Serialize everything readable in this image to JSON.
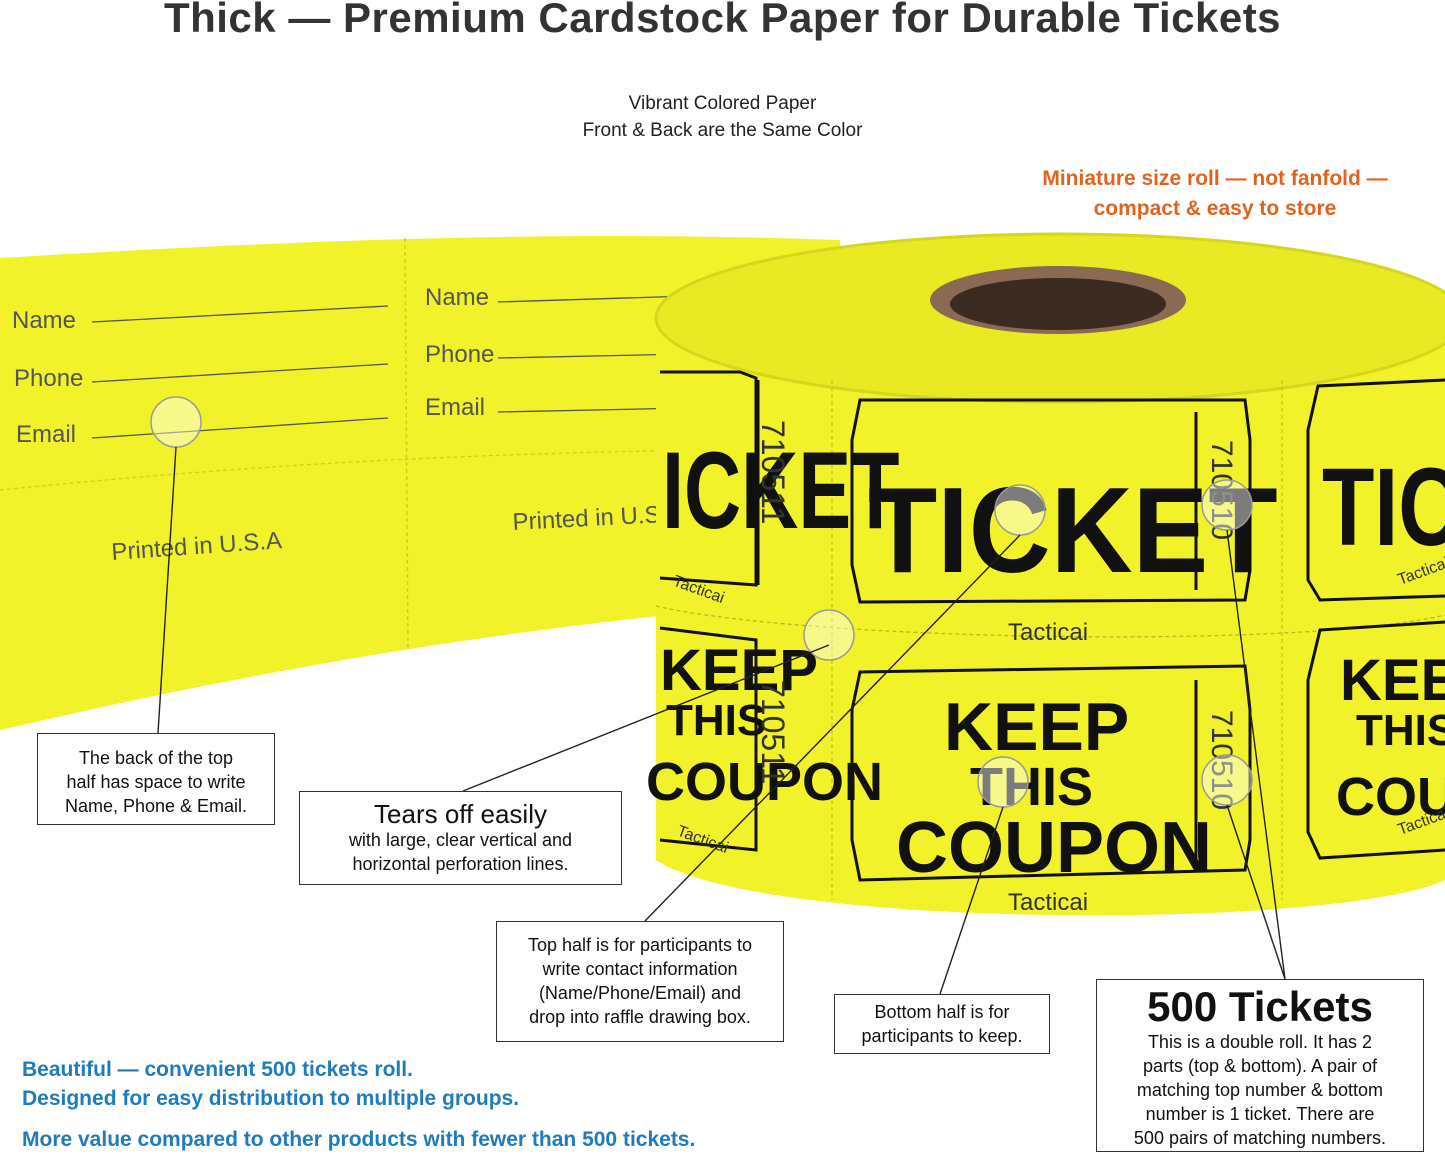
{
  "title": "Thick — Premium Cardstock Paper for Durable Tickets",
  "color_note": [
    "Vibrant Colored Paper",
    "Front & Back are the Same Color"
  ],
  "roll_note": [
    "Miniature size roll — not fanfold —",
    "compact & easy to store"
  ],
  "ticket_back": {
    "fields": [
      "Name",
      "Phone",
      "Email"
    ],
    "printed": "Printed in U.S.A",
    "printed_cut": "Printed in U.S"
  },
  "ticket_front": {
    "top_word": "TICKET",
    "top_word_cut": "ICKET",
    "top_word_right": "TICKE",
    "bottom_lines": [
      "KEEP",
      "THIS",
      "COUPON"
    ],
    "bottom_lines_left": [
      "KEEP",
      "THIS",
      "COUPON"
    ],
    "brand": "Tacticai",
    "number_left": "710511",
    "number_right": "710510"
  },
  "callouts": {
    "back": [
      "The back of the top",
      "half has space to write",
      "Name, Phone & Email."
    ],
    "tear": {
      "head": "Tears off easily",
      "lines": [
        "with large, clear vertical and",
        "horizontal perforation lines."
      ]
    },
    "top_half": [
      "Top half is for participants to",
      "write contact information",
      "(Name/Phone/Email) and",
      "drop into raffle drawing box."
    ],
    "bottom_half": [
      "Bottom half is for",
      "participants to keep."
    ],
    "count": {
      "head": "500 Tickets",
      "lines": [
        "This is a double roll. It has 2",
        "parts (top & bottom). A pair of",
        "matching top number & bottom",
        "number is 1 ticket. There are",
        "500 pairs of matching numbers."
      ]
    }
  },
  "blue_notes": [
    "Beautiful — convenient 500 tickets roll.",
    "Designed for easy distribution to multiple groups.",
    "More value compared to other products with fewer than 500 tickets."
  ],
  "colors": {
    "ticket": "#f1f22a",
    "ticket_shadow": "#d9da1e",
    "core": "#8a6a52",
    "accent": "#e2631e",
    "blue": "#1e7bbd"
  }
}
